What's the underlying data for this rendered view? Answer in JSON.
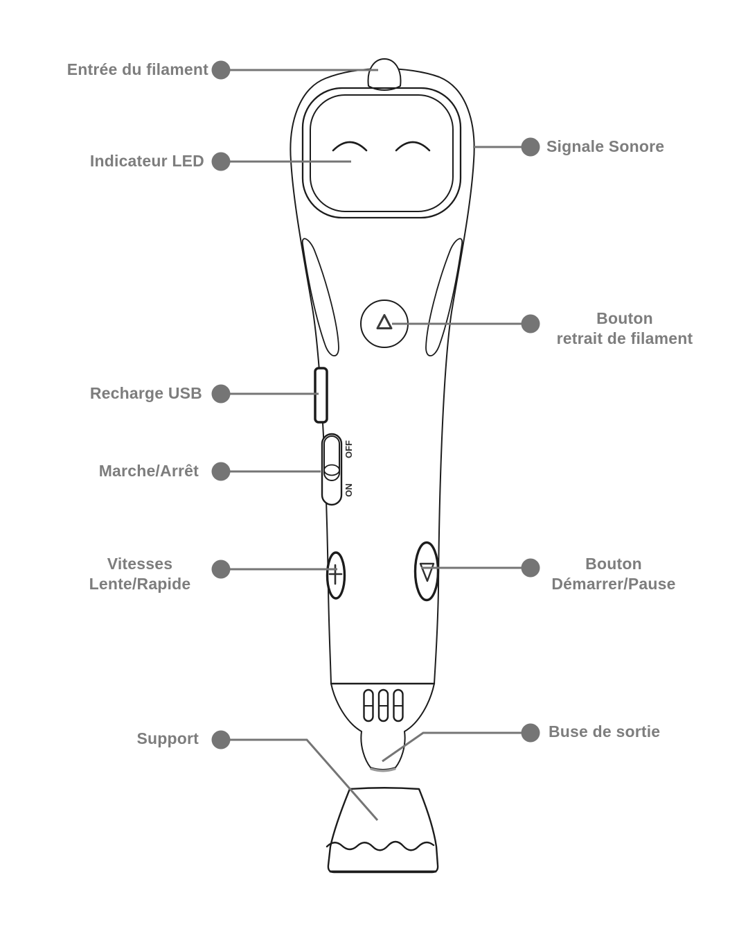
{
  "diagram": {
    "subject": "3d-pen-annotated-diagram",
    "language": "fr"
  },
  "labels": {
    "filament_inlet": {
      "text": "Entrée du filament"
    },
    "led_indicator": {
      "text": "Indicateur LED"
    },
    "sound_signal": {
      "text": "Signale Sonore"
    },
    "retract_button": {
      "text": "Bouton\nretrait de filament"
    },
    "usb_charge": {
      "text": "Recharge USB"
    },
    "power_switch": {
      "text": "Marche/Arrêt"
    },
    "speed_button": {
      "text": "Vitesses\nLente/Rapide"
    },
    "start_pause": {
      "text": "Bouton\nDémarrer/Pause"
    },
    "stand": {
      "text": "Support"
    },
    "nozzle": {
      "text": "Buse de sortie"
    }
  },
  "pen": {
    "switch_off_label": "OFF",
    "switch_on_label": "ON"
  },
  "colors": {
    "label_text": "#7d7d7d",
    "leader_line": "#757575",
    "leader_dot": "#757575",
    "outline": "#1c1c1c",
    "background": "#ffffff"
  }
}
